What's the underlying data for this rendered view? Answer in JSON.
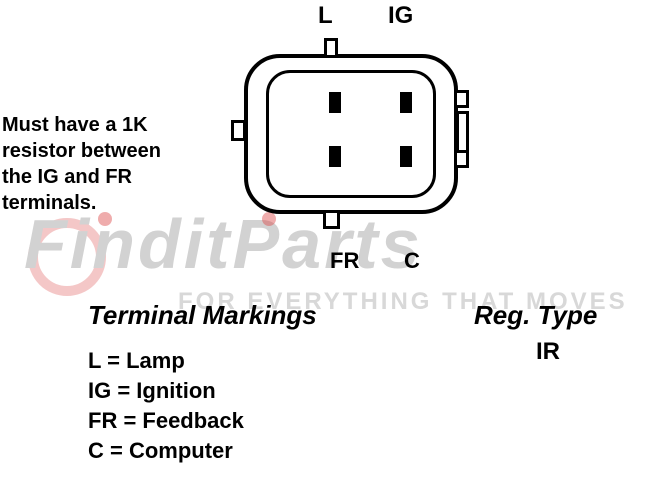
{
  "connector": {
    "pin_labels": {
      "top_left": "L",
      "top_right": "IG",
      "bottom_left": "FR",
      "bottom_right": "C"
    }
  },
  "note": {
    "lines": [
      "Must have a 1K",
      "resistor between",
      "the IG and FR",
      "terminals."
    ]
  },
  "watermark": {
    "brand": "FinditParts",
    "tagline": "FOR EVERYTHING THAT MOVES"
  },
  "terminal_markings": {
    "title": "Terminal Markings",
    "items": [
      "L = Lamp",
      "IG = Ignition",
      "FR = Feedback",
      "C = Computer"
    ]
  },
  "reg_type": {
    "title": "Reg. Type",
    "value": "IR"
  },
  "colors": {
    "line": "#000000",
    "watermark_gray": "#d2d2d2",
    "watermark_red": "#dc4646"
  }
}
